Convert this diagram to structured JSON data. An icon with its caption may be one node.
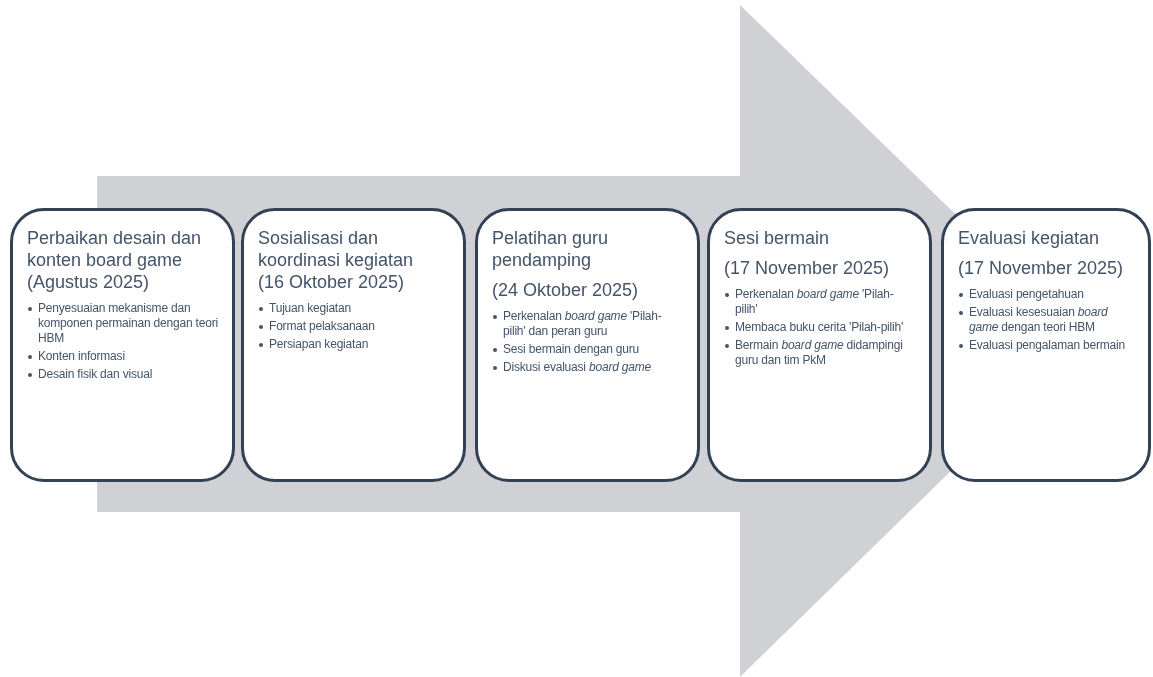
{
  "diagram": {
    "nodes": [
      {
        "text": [
          "Perbaikan desain dan konten board game",
          "(Agustus 2025)",
          "Penyesuaian mekanisme dan komponen permainan dengan teori HBM",
          "Konten informasi",
          "Desain fisik dan visual"
        ]
      },
      {
        "text": [
          "Sosialisasi dan koordinasi kegiatan",
          "(16 Oktober 2025)",
          "Tujuan kegiatan",
          "Format pelaksanaan",
          "Persiapan kegiatan"
        ]
      },
      {
        "text": [
          "Pelatihan guru pendamping",
          "(24 Oktober 2025)",
          "Perkenalan *board game* 'Pilah-pilih' dan peran guru",
          "Sesi bermain dengan guru",
          "Diskusi evaluasi *board game*"
        ]
      },
      {
        "text": [
          "Sesi bermain",
          "(17 November 2025)",
          "Perkenalan *board game* 'Pilah-pilih'",
          "Membaca buku cerita 'Pilah-pilih'",
          "Bermain *board game* didampingi guru dan tim PkM"
        ]
      },
      {
        "text": [
          "Evaluasi kegiatan",
          "(17 November 2025)",
          "Evaluasi pengetahuan",
          "Evaluasi kesesuaian *board game* dengan teori HBM",
          "Evaluasi pengalaman bermain"
        ]
      }
    ],
    "edges": [
      {
        "from": 0,
        "to": 4,
        "arrow": "to"
      }
    ]
  }
}
